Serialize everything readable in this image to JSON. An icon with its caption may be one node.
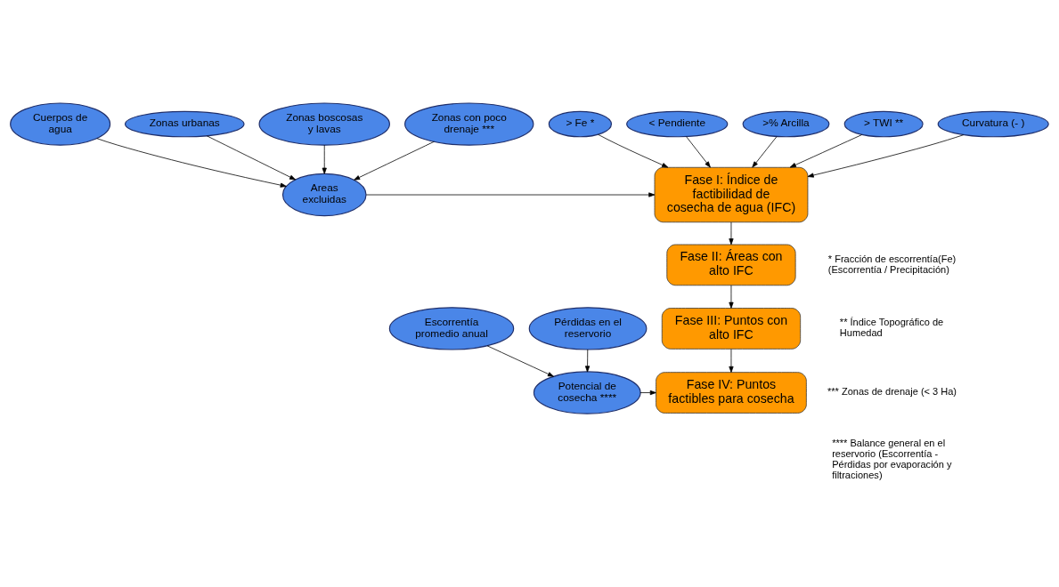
{
  "diagram": {
    "nodes": [
      {
        "text": [
          "> Fe *"
        ]
      },
      {
        "text": [
          "< Pendiente"
        ]
      },
      {
        "text": [
          ">% Arcilla"
        ]
      },
      {
        "text": [
          "> TWI **"
        ]
      },
      {
        "text": [
          "Curvatura (- )"
        ]
      },
      {
        "text": [
          "Fase I: Índice de factibilidad de cosecha de agua (IFC)"
        ]
      },
      {
        "text": [
          "Areas excluidas"
        ]
      },
      {
        "text": [
          "Cuerpos de agua"
        ]
      },
      {
        "text": [
          "Zonas urbanas"
        ]
      },
      {
        "text": [
          "Zonas boscosas y lavas"
        ]
      },
      {
        "text": [
          "Zonas con poco drenaje ***"
        ]
      },
      {
        "text": [
          "Fase II: Áreas con alto IFC"
        ]
      },
      {
        "text": [
          "Fase III: Puntos con alto IFC"
        ]
      },
      {
        "text": [
          "Fase IV: Puntos factibles para cosecha"
        ]
      },
      {
        "text": [
          "Potencial de cosecha ****"
        ]
      },
      {
        "text": [
          "Escorrentía promedio anual"
        ]
      },
      {
        "text": [
          "Pérdidas en el reservorio"
        ]
      }
    ],
    "edges": [
      {
        "from": 0,
        "to": 5,
        "arrow": "to"
      },
      {
        "from": 1,
        "to": 5,
        "arrow": "to"
      },
      {
        "from": 2,
        "to": 5,
        "arrow": "to"
      },
      {
        "from": 3,
        "to": 5,
        "arrow": "to"
      },
      {
        "from": 4,
        "to": 5,
        "arrow": "to"
      },
      {
        "from": 7,
        "to": 6,
        "arrow": "to"
      },
      {
        "from": 8,
        "to": 6,
        "arrow": "to"
      },
      {
        "from": 9,
        "to": 6,
        "arrow": "to"
      },
      {
        "from": 10,
        "to": 6,
        "arrow": "to"
      },
      {
        "from": 6,
        "to": 5,
        "arrow": "to"
      },
      {
        "from": 5,
        "to": 11,
        "arrow": "to"
      },
      {
        "from": 11,
        "to": 12,
        "arrow": "to"
      },
      {
        "from": 12,
        "to": 13,
        "arrow": "to"
      },
      {
        "from": 15,
        "to": 14,
        "arrow": "to"
      },
      {
        "from": 16,
        "to": 14,
        "arrow": "to"
      },
      {
        "from": 14,
        "to": 13,
        "arrow": "to"
      }
    ],
    "labels": [
      "* Fracción de escorrentía(Fe) (Escorrentía / Precipitación)",
      "** Índice Topográfico de Humedad",
      "*** Zonas de drenaje (< 3 Ha)",
      "**** Balance general en el reservorio (Escorrentía - Pérdidas por evaporación y filtraciones)"
    ]
  }
}
